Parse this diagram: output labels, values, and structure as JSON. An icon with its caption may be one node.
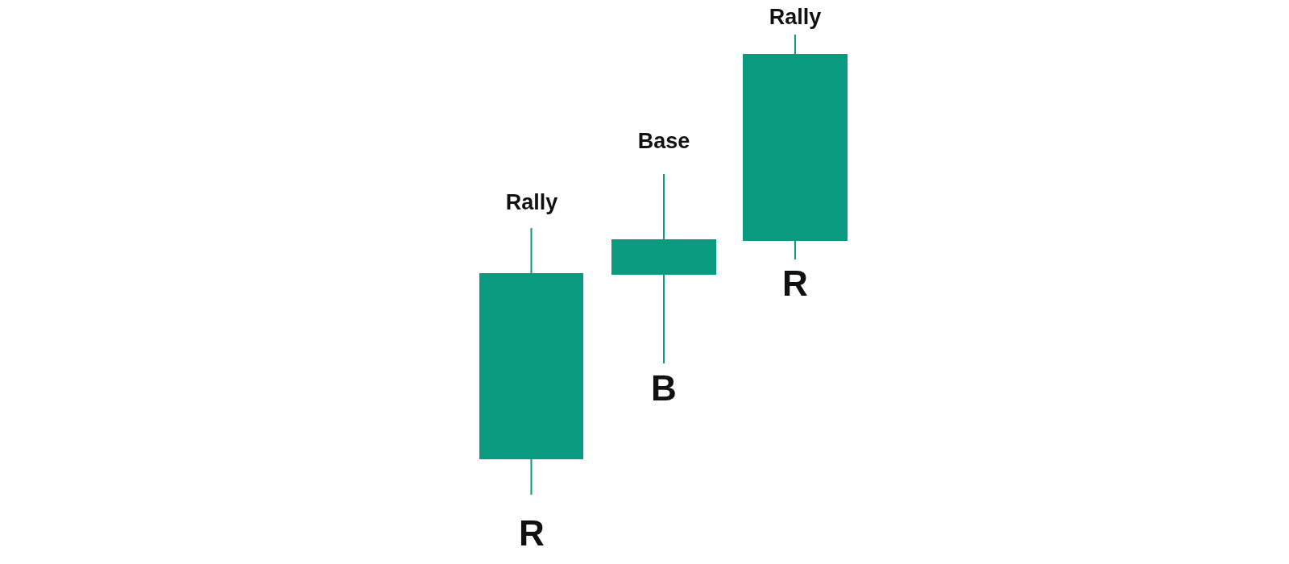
{
  "diagram": {
    "nodes": [
      {
        "text": [],
        "shape": "bar"
      },
      {
        "text": [],
        "shape": "bar"
      },
      {
        "text": [],
        "shape": "bar"
      }
    ],
    "labels": [
      "Rally",
      "Base",
      "Rally",
      "R",
      "B",
      "R"
    ]
  }
}
